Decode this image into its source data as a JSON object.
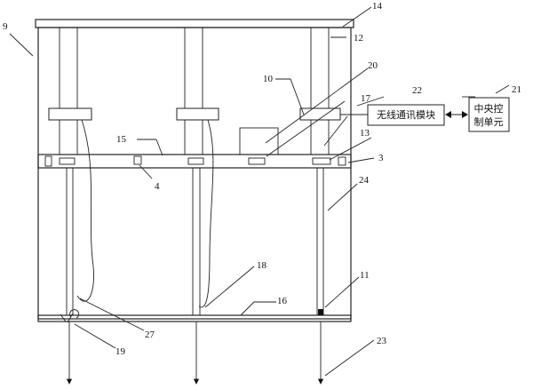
{
  "labels": {
    "l9": "9",
    "l14": "14",
    "l12": "12",
    "l10": "10",
    "l20": "20",
    "l22": "22",
    "l21": "21",
    "l17": "17",
    "l15": "15",
    "l13": "13",
    "l3": "3",
    "l4": "4",
    "l24": "24",
    "l18": "18",
    "l16": "16",
    "l11": "11",
    "l27": "27",
    "l19": "19",
    "l23": "23"
  },
  "wireless_module": "无线通讯模块",
  "central_unit": {
    "line1": "中央控",
    "line2": "制单元"
  }
}
